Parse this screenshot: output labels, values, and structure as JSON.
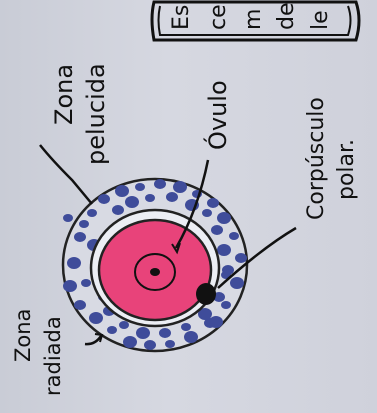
{
  "labels": {
    "zona_pelucida_1": "Zona",
    "zona_pelucida_2": "pelucida",
    "ovulo": "Óvulo",
    "corpusculo_1": "Corpúsculo",
    "corpusculo_2": "polar.",
    "zona_radiada_1": "Zona",
    "zona_radiada_2": "radiada",
    "note_fragment": [
      "Es",
      "ce",
      "m",
      "de",
      "le"
    ]
  },
  "colors": {
    "paper": "#cfd2dc",
    "ink": "#111111",
    "ovum_fill": "#e8437a",
    "radiata_cells": "#3f4c9a",
    "pellucida": "#e9ebf1"
  },
  "cells": [
    [
      68,
      218
    ],
    [
      80,
      237
    ],
    [
      74,
      263
    ],
    [
      86,
      283
    ],
    [
      80,
      305
    ],
    [
      96,
      318
    ],
    [
      103,
      297
    ],
    [
      99,
      270
    ],
    [
      94,
      245
    ],
    [
      92,
      213
    ],
    [
      104,
      199
    ],
    [
      122,
      191
    ],
    [
      140,
      187
    ],
    [
      160,
      184
    ],
    [
      180,
      187
    ],
    [
      197,
      194
    ],
    [
      213,
      203
    ],
    [
      224,
      218
    ],
    [
      234,
      236
    ],
    [
      241,
      258
    ],
    [
      237,
      283
    ],
    [
      226,
      305
    ],
    [
      210,
      323
    ],
    [
      191,
      337
    ],
    [
      170,
      344
    ],
    [
      150,
      345
    ],
    [
      130,
      342
    ],
    [
      112,
      330
    ],
    [
      118,
      210
    ],
    [
      132,
      202
    ],
    [
      150,
      198
    ],
    [
      172,
      197
    ],
    [
      192,
      205
    ],
    [
      207,
      213
    ],
    [
      217,
      230
    ],
    [
      224,
      250
    ],
    [
      226,
      275
    ],
    [
      219,
      297
    ],
    [
      205,
      314
    ],
    [
      186,
      327
    ],
    [
      165,
      333
    ],
    [
      143,
      333
    ],
    [
      124,
      325
    ],
    [
      109,
      311
    ],
    [
      70,
      286
    ],
    [
      84,
      224
    ],
    [
      228,
      270
    ],
    [
      216,
      322
    ]
  ]
}
